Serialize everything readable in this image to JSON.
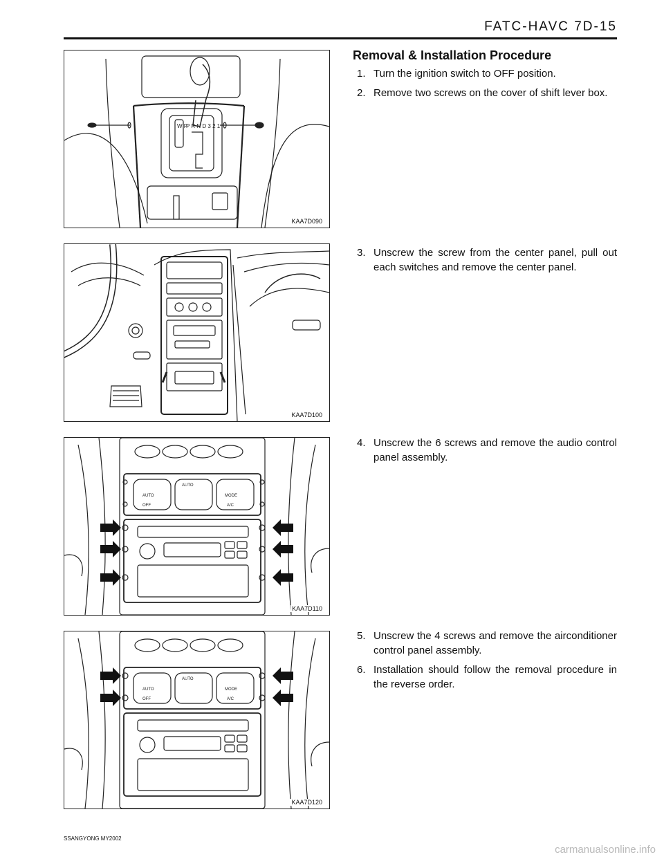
{
  "header": {
    "title": "FATC-HAVC  7D-15"
  },
  "section": {
    "title": "Removal & Installation Procedure"
  },
  "steps_a": [
    {
      "num": "1.",
      "text": "Turn the ignition switch to OFF position."
    },
    {
      "num": "2.",
      "text": "Remove two screws on the cover of shift lever box."
    }
  ],
  "steps_b": [
    {
      "num": "3.",
      "text": "Unscrew the screw from the center panel, pull out each switches and remove the center panel."
    }
  ],
  "steps_c": [
    {
      "num": "4.",
      "text": "Unscrew the 6 screws and remove the audio control panel assembly."
    }
  ],
  "steps_d": [
    {
      "num": "5.",
      "text": "Unscrew the 4 screws and remove the airconditioner control panel assembly."
    },
    {
      "num": "6.",
      "text": "Installation should follow the removal procedure in the reverse order."
    }
  ],
  "figures": {
    "fig1": {
      "code": "KAA7D090",
      "gear_labels": "P R N D 3 2 1",
      "wp_label": "W P"
    },
    "fig2": {
      "code": "KAA7D100"
    },
    "fig3": {
      "code": "KAA7D110",
      "auto": "AUTO",
      "off": "OFF",
      "mode": "MODE",
      "ac": "A/C"
    },
    "fig4": {
      "code": "KAA7D120",
      "auto": "AUTO",
      "off": "OFF",
      "mode": "MODE",
      "ac": "A/C"
    }
  },
  "footer": {
    "text": "SSANGYONG  MY2002"
  },
  "watermark": {
    "text": "carmanualsonline.info"
  }
}
